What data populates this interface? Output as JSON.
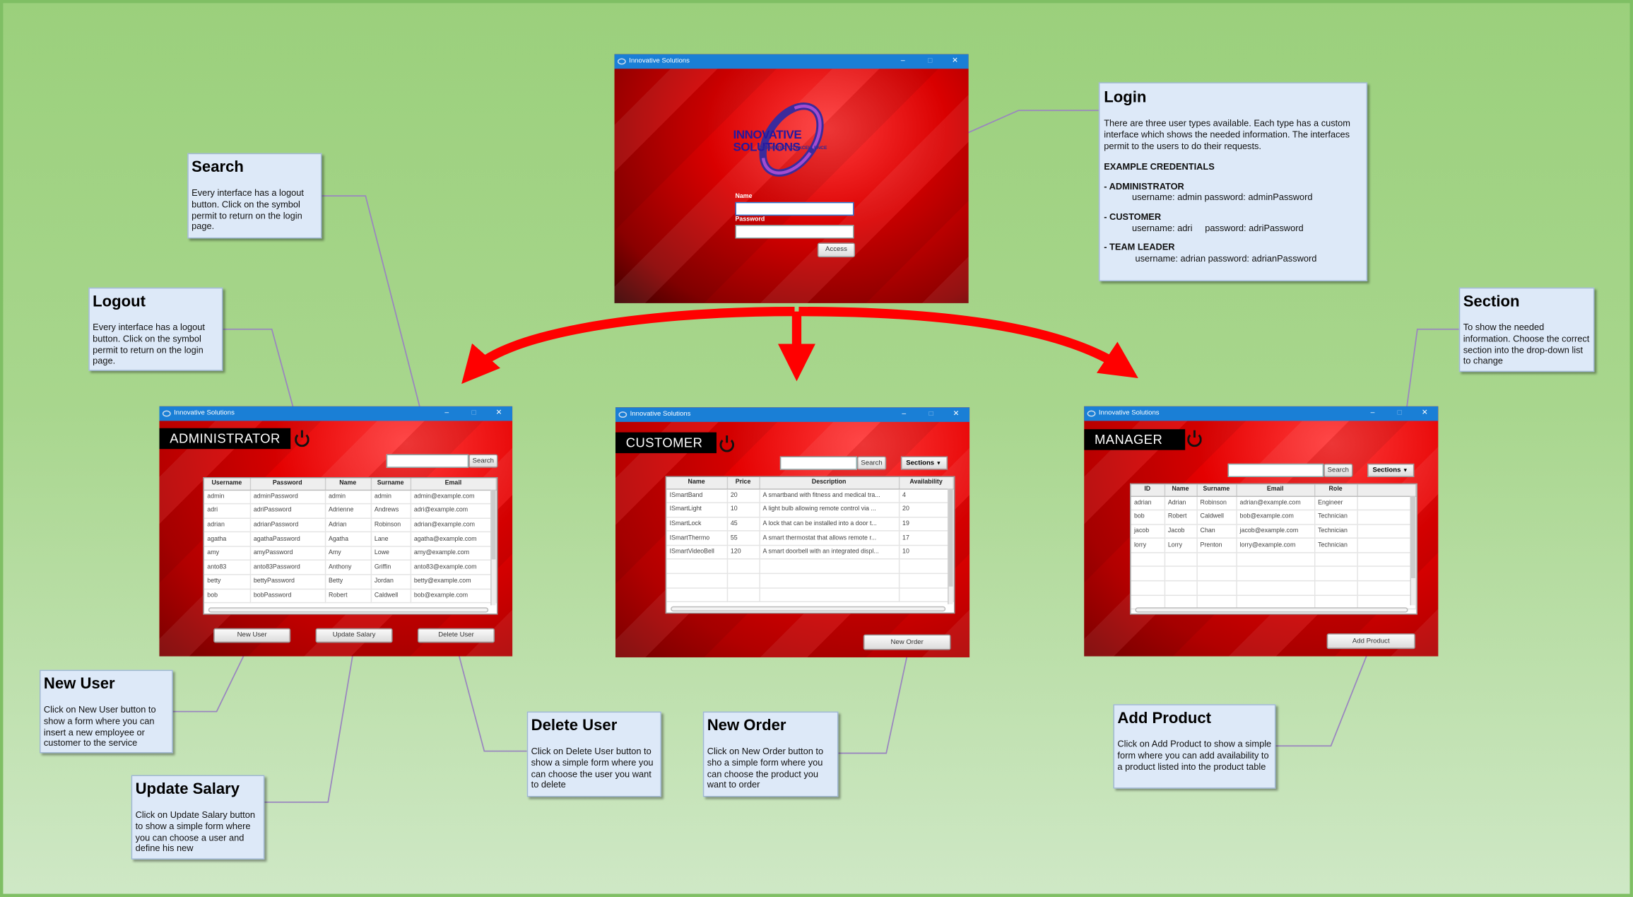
{
  "window_title": "Innovative Solutions",
  "window_controls": [
    "–",
    "□",
    "✕"
  ],
  "login_window": {
    "logo_text": "INNOVATIVE SOLUTIONS",
    "logo_tagline": "COMMITTED TO EXCELLENCE",
    "name_label": "Name",
    "password_label": "Password",
    "access_button": "Access"
  },
  "admin_window": {
    "header": "ADMINISTRATOR",
    "search_button": "Search",
    "columns": [
      "Username",
      "Password",
      "Name",
      "Surname",
      "Email"
    ],
    "rows": [
      [
        "admin",
        "adminPassword",
        "admin",
        "admin",
        "admin@example.com"
      ],
      [
        "adri",
        "adriPassword",
        "Adrienne",
        "Andrews",
        "adri@example.com"
      ],
      [
        "adrian",
        "adrianPassword",
        "Adrian",
        "Robinson",
        "adrian@example.com"
      ],
      [
        "agatha",
        "agathaPassword",
        "Agatha",
        "Lane",
        "agatha@example.com"
      ],
      [
        "amy",
        "amyPassword",
        "Amy",
        "Lowe",
        "amy@example.com"
      ],
      [
        "anto83",
        "anto83Password",
        "Anthony",
        "Griffin",
        "anto83@example.com"
      ],
      [
        "betty",
        "bettyPassword",
        "Betty",
        "Jordan",
        "betty@example.com"
      ],
      [
        "bob",
        "bobPassword",
        "Robert",
        "Caldwell",
        "bob@example.com"
      ]
    ],
    "buttons": [
      "New User",
      "Update Salary",
      "Delete User"
    ]
  },
  "customer_window": {
    "header": "CUSTOMER",
    "search_button": "Search",
    "sections_button": "Sections",
    "columns": [
      "Name",
      "Price",
      "Description",
      "Availability"
    ],
    "rows": [
      [
        "ISmartBand",
        "20",
        "A smartband with fitness and medical tra...",
        "4"
      ],
      [
        "ISmartLight",
        "10",
        "A light bulb allowing remote control via ...",
        "20"
      ],
      [
        "ISmartLock",
        "45",
        "A lock that can be installed into a door t...",
        "19"
      ],
      [
        "ISmartThermo",
        "55",
        "A smart thermostat that allows remote r...",
        "17"
      ],
      [
        "ISmartVideoBell",
        "120",
        "A smart doorbell with an integrated displ...",
        "10"
      ]
    ],
    "empty_rows": 3,
    "order_button": "New Order"
  },
  "manager_window": {
    "header": "MANAGER",
    "search_button": "Search",
    "sections_button": "Sections",
    "columns": [
      "ID",
      "Name",
      "Surname",
      "Email",
      "Role"
    ],
    "rows": [
      [
        "adrian",
        "Adrian",
        "Robinson",
        "adrian@example.com",
        "Engineer"
      ],
      [
        "bob",
        "Robert",
        "Caldwell",
        "bob@example.com",
        "Technician"
      ],
      [
        "jacob",
        "Jacob",
        "Chan",
        "jacob@example.com",
        "Technician"
      ],
      [
        "lorry",
        "Lorry",
        "Prenton",
        "lorry@example.com",
        "Technician"
      ]
    ],
    "empty_rows": 4,
    "add_button": "Add Product"
  },
  "notes": {
    "login": {
      "title": "Login",
      "text": "There are three user types available. Each type has a custom interface which shows the needed information. The interfaces permit to the users to do their requests.",
      "cred_title": "EXAMPLE CREDENTIALS",
      "admin_label": "- ADMINISTRATOR",
      "admin_cred": "username: admin password: adminPassword",
      "customer_label": "- CUSTOMER",
      "customer_cred": "username: adri     password: adriPassword",
      "leader_label": "- TEAM LEADER",
      "leader_cred": "username: adrian password: adrianPassword"
    },
    "search": {
      "title": "Search",
      "text": "Every interface has a logout button. Click on the symbol permit to return on the login page."
    },
    "logout": {
      "title": "Logout",
      "text": "Every interface has a logout button. Click on the symbol permit to return on the login page."
    },
    "section": {
      "title": "Section",
      "text": "To show the needed information. Choose the correct section into the drop-down list to change"
    },
    "new_user": {
      "title": "New User",
      "text": "Click on New User button to show a form where you can insert a new employee or customer to the service"
    },
    "update_salary": {
      "title": "Update Salary",
      "text": "Click on Update Salary button to show a simple form where you can choose a user and define his new"
    },
    "delete_user": {
      "title": "Delete User",
      "text": "Click on Delete User button to show a simple form where you can choose the user you want to delete"
    },
    "new_order": {
      "title": "New Order",
      "text": "Click on New Order button to sho a simple form where you can choose the product you want to order"
    },
    "add_product": {
      "title": "Add Product",
      "text": "Click on Add Product to show a simple form where you can add availability to a product listed into the product table"
    }
  },
  "colors": {
    "background": "#9bd07c",
    "window_red": "#e40000",
    "titlebar": "#1a7fd6",
    "arrow": "#ff0000",
    "note_bg": "#dde9f8",
    "connector": "#8c7bb5"
  }
}
